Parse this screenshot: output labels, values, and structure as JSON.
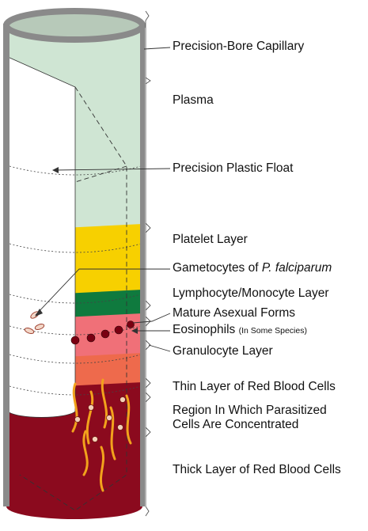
{
  "labels": {
    "capillary": "Precision-Bore Capillary",
    "plasma": "Plasma",
    "float": "Precision Plastic Float",
    "platelet": "Platelet Layer",
    "gametocytes_prefix": "Gametocytes of ",
    "gametocytes_species": "P. falciparum",
    "lymphocyte": "Lymphocyte/Monocyte Layer",
    "asexual": "Mature Asexual Forms",
    "eosinophils": "Eosinophils",
    "eosinophils_note": "(In Some Species)",
    "granulocyte": "Granulocyte Layer",
    "thin_rbc": "Thin Layer of Red Blood Cells",
    "region_line1": "Region In Which Parasitized",
    "region_line2": "Cells Are Concentrated",
    "thick_rbc": "Thick Layer of Red Blood Cells"
  },
  "colors": {
    "tube_wall": "#8a8a8a",
    "tube_top": "#b7c9b9",
    "plasma": "#cfe5d3",
    "platelet": "#f7d000",
    "lymphocyte": "#0f7a3e",
    "eosinophil_band": "#f07078",
    "granulocyte": "#ee6a4c",
    "red_cells": "#8b0a1e",
    "parasite": "#f2a21c",
    "float": "#ffffff"
  }
}
